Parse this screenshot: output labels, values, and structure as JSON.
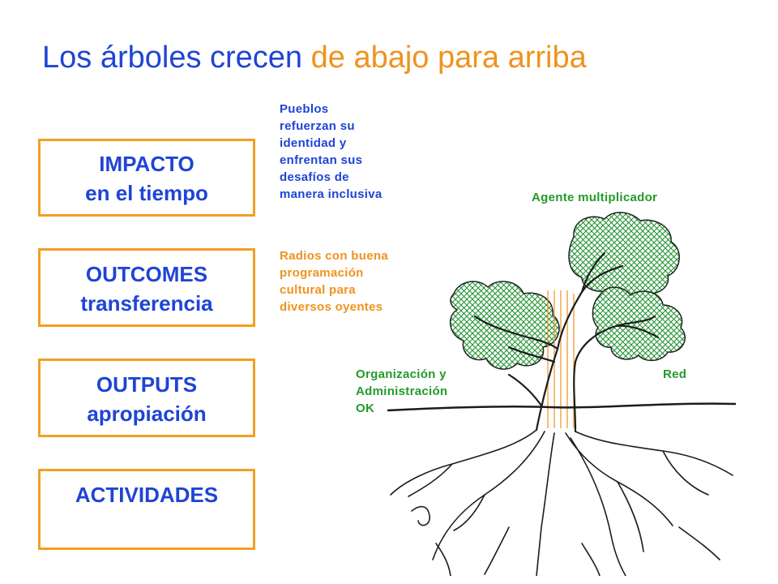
{
  "title": {
    "main": "Los árboles crecen",
    "accent": "de abajo para arriba"
  },
  "levels": [
    {
      "line1": "IMPACTO",
      "line2": "en el tiempo"
    },
    {
      "line1": "OUTCOMES",
      "line2": "transferencia"
    },
    {
      "line1": "OUTPUTS",
      "line2": "apropiación"
    },
    {
      "line1": "ACTIVIDADES",
      "line2": ""
    }
  ],
  "impact_text": [
    "Pueblos",
    "refuerzan su",
    "identidad y",
    "enfrentan sus",
    "desafíos de",
    "manera inclusiva"
  ],
  "outcome_text": [
    "Radios con buena",
    "programación",
    "cultural para",
    "diversos oyentes"
  ],
  "tree_labels": {
    "canopy": "Agente multiplicador",
    "left": [
      "Organización y",
      "Administración",
      "OK"
    ],
    "right": "Red"
  },
  "colors": {
    "blue": "#1f44d6",
    "orange": "#f0921e",
    "green": "#229a2a",
    "box_border": "#f0a020",
    "foliage": "#1a8f2a"
  }
}
